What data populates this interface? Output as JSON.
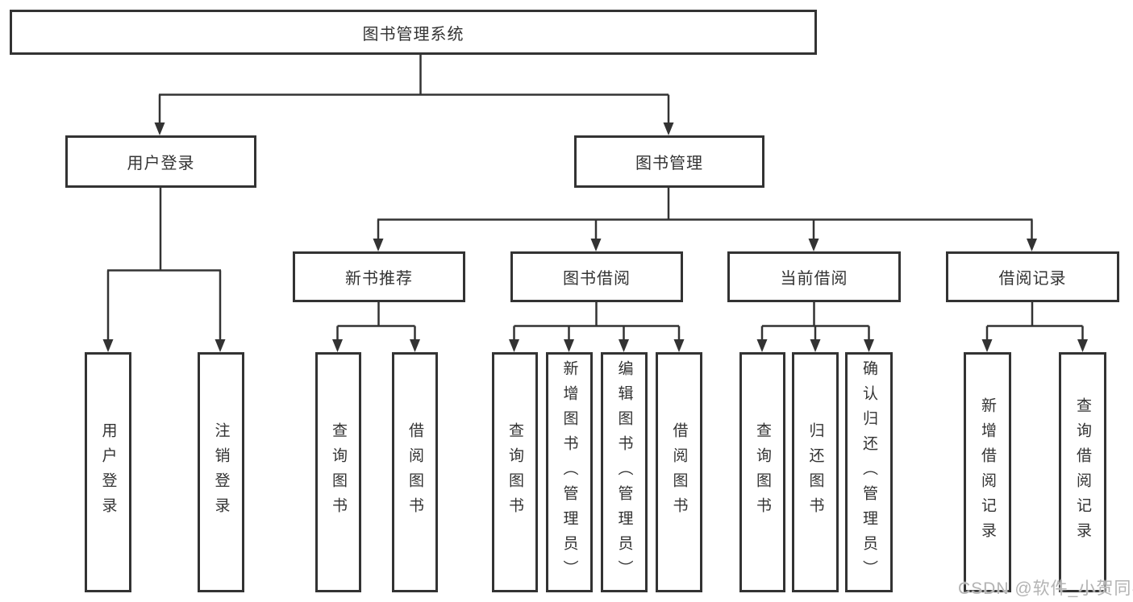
{
  "diagram": {
    "root": {
      "label": "图书管理系统"
    },
    "branches": [
      {
        "label": "用户登录",
        "children": [
          {
            "label": "用户登录"
          },
          {
            "label": "注销登录"
          }
        ]
      },
      {
        "label": "图书管理",
        "groups": [
          {
            "label": "新书推荐",
            "children": [
              {
                "label": "查询图书"
              },
              {
                "label": "借阅图书"
              }
            ]
          },
          {
            "label": "图书借阅",
            "children": [
              {
                "label": "查询图书"
              },
              {
                "label": "新增图书（管理员）"
              },
              {
                "label": "编辑图书（管理员）"
              },
              {
                "label": "借阅图书"
              }
            ]
          },
          {
            "label": "当前借阅",
            "children": [
              {
                "label": "查询图书"
              },
              {
                "label": "归还图书"
              },
              {
                "label": "确认归还（管理员）"
              }
            ]
          },
          {
            "label": "借阅记录",
            "children": [
              {
                "label": "新增借阅记录"
              },
              {
                "label": "查询借阅记录"
              }
            ]
          }
        ]
      }
    ]
  },
  "watermark": {
    "text": "CSDN @软件_小贺同学"
  },
  "colors": {
    "line": "#333333",
    "text": "#333333",
    "background": "#ffffff",
    "watermark": "#b3b3b3"
  }
}
